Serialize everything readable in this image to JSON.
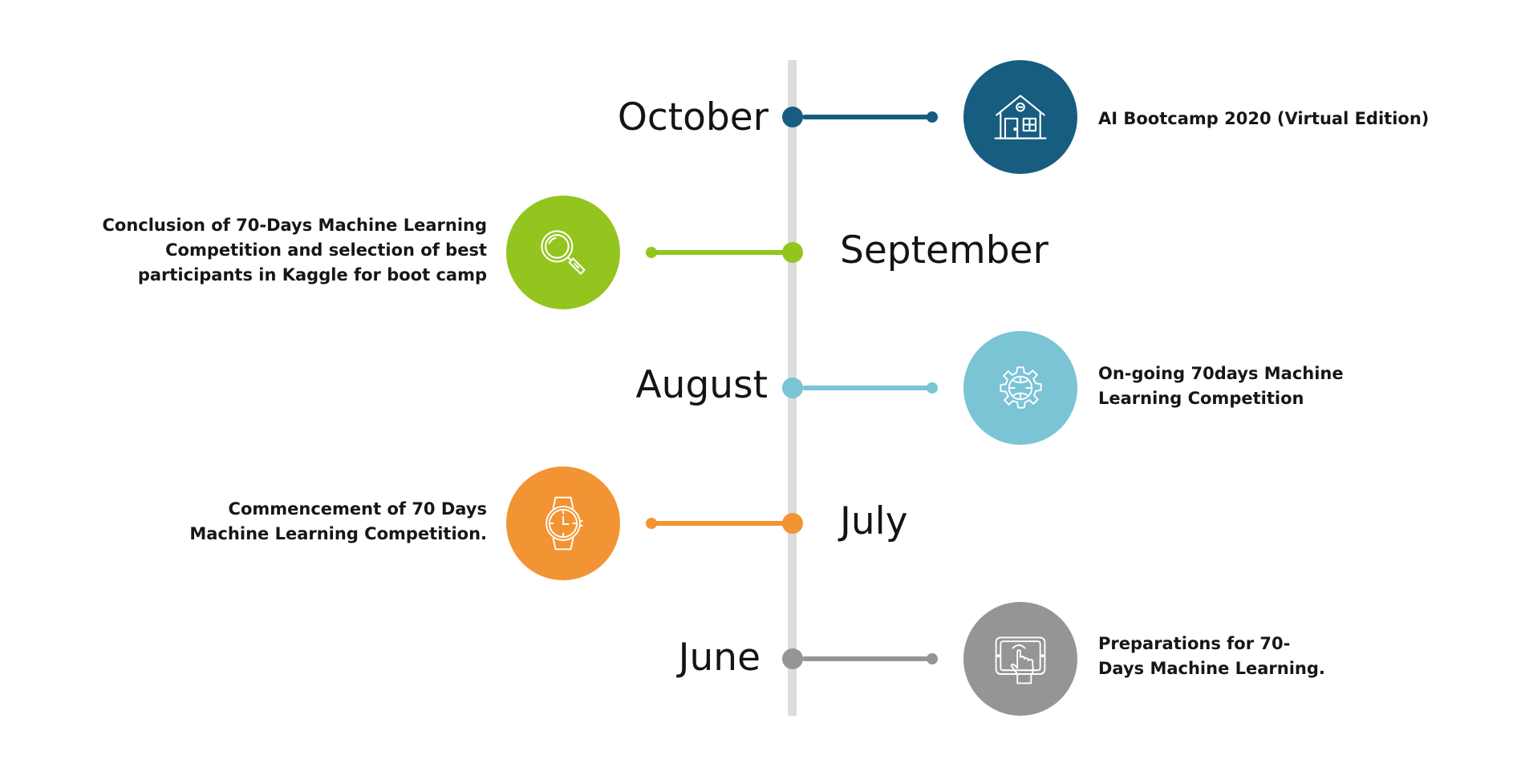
{
  "timeline": {
    "entries": [
      {
        "month": "October",
        "side": "right",
        "color": "#175d80",
        "icon": "house-icon",
        "lines": [
          "AI Bootcamp 2020 (Virtual Edition)"
        ]
      },
      {
        "month": "September",
        "side": "left",
        "color": "#93c51e",
        "icon": "magnifier-icon",
        "lines": [
          "Conclusion of 70-Days Machine Learning",
          "Competition and selection of best",
          "participants in Kaggle for boot camp"
        ]
      },
      {
        "month": "August",
        "side": "right",
        "color": "#7ac4d6",
        "icon": "gear-icon",
        "lines": [
          "On-going 70days Machine",
          "Learning Competition"
        ]
      },
      {
        "month": "July",
        "side": "left",
        "color": "#f29433",
        "icon": "wristwatch-icon",
        "lines": [
          "Commencement of 70 Days",
          "Machine Learning Competition."
        ]
      },
      {
        "month": "June",
        "side": "right",
        "color": "#959595",
        "icon": "tablet-touch-icon",
        "lines": [
          "Preparations for 70-",
          "Days Machine Learning."
        ]
      }
    ]
  }
}
